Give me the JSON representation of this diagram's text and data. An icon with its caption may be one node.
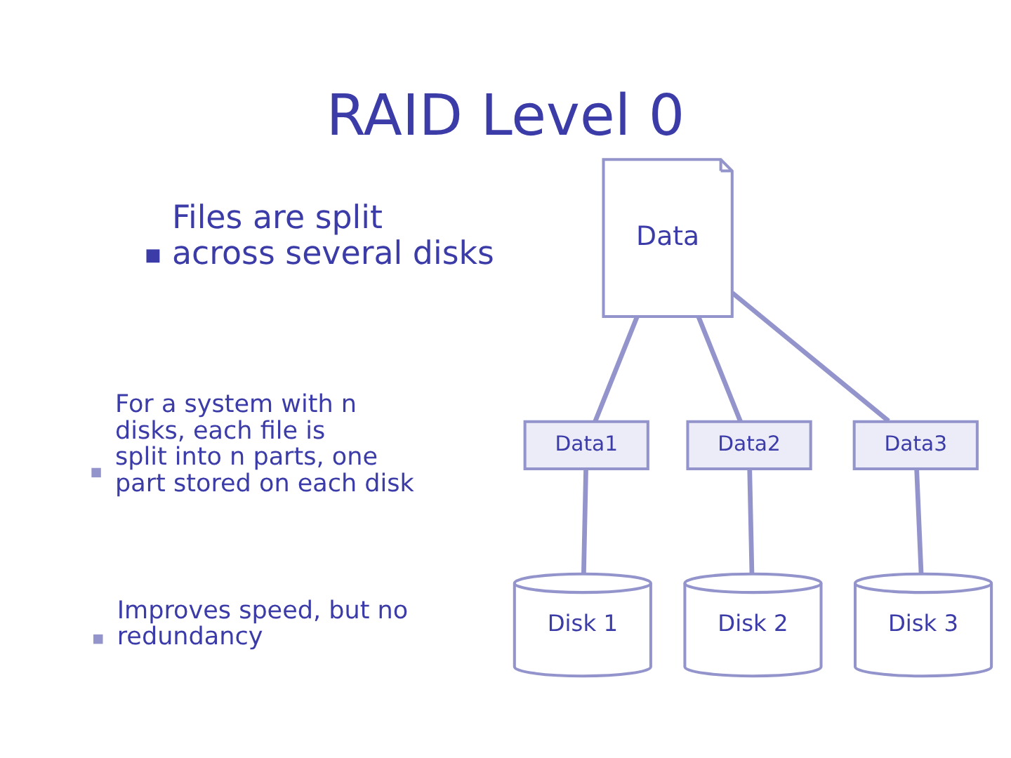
{
  "diagram": {
    "title": "RAID Level 0",
    "nodes": [
      {
        "text": [
          "Data"
        ]
      },
      {
        "text": [
          "Data1"
        ]
      },
      {
        "text": [
          "Data2"
        ]
      },
      {
        "text": [
          "Data3"
        ]
      },
      {
        "text": [
          "Disk 1"
        ]
      },
      {
        "text": [
          "Disk 2"
        ]
      },
      {
        "text": [
          "Disk 3"
        ]
      }
    ],
    "edges": [
      {
        "from": 0,
        "to": 1,
        "arrow": "none"
      },
      {
        "from": 0,
        "to": 2,
        "arrow": "none"
      },
      {
        "from": 0,
        "to": 3,
        "arrow": "none"
      },
      {
        "from": 1,
        "to": 4,
        "arrow": "none"
      },
      {
        "from": 2,
        "to": 5,
        "arrow": "none"
      },
      {
        "from": 3,
        "to": 6,
        "arrow": "none"
      }
    ],
    "labels": [
      "Files are split across several disks",
      "For a system with n disks, each file is split into n parts, one part stored on each disk",
      "Improves speed, but no redundancy"
    ]
  }
}
